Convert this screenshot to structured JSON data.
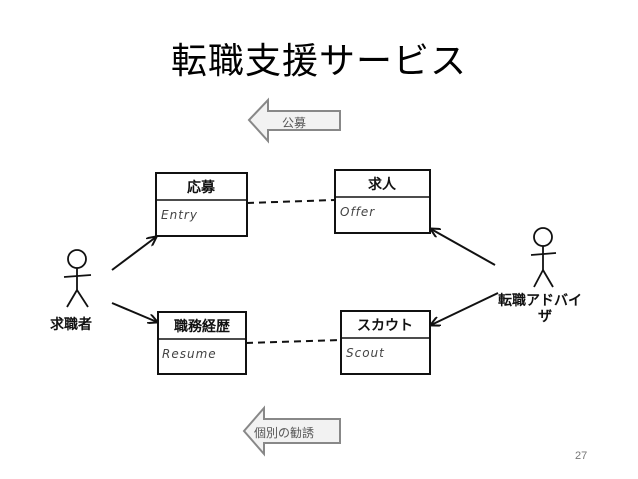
{
  "slide": {
    "title": "転職支援サービス",
    "page_number": "27"
  },
  "arrows": {
    "top": "公募",
    "bottom": "個別の勧誘"
  },
  "actors": {
    "left": "求職者",
    "right_line1": "転職アドバイ",
    "right_line2": "ザ"
  },
  "boxes": {
    "application": {
      "name": "応募",
      "attr": "Entry"
    },
    "offer": {
      "name": "求人",
      "attr": "Offer"
    },
    "career": {
      "name": "職務経歴",
      "attr": "Resume"
    },
    "scout": {
      "name": "スカウト",
      "attr": "Scout"
    }
  }
}
